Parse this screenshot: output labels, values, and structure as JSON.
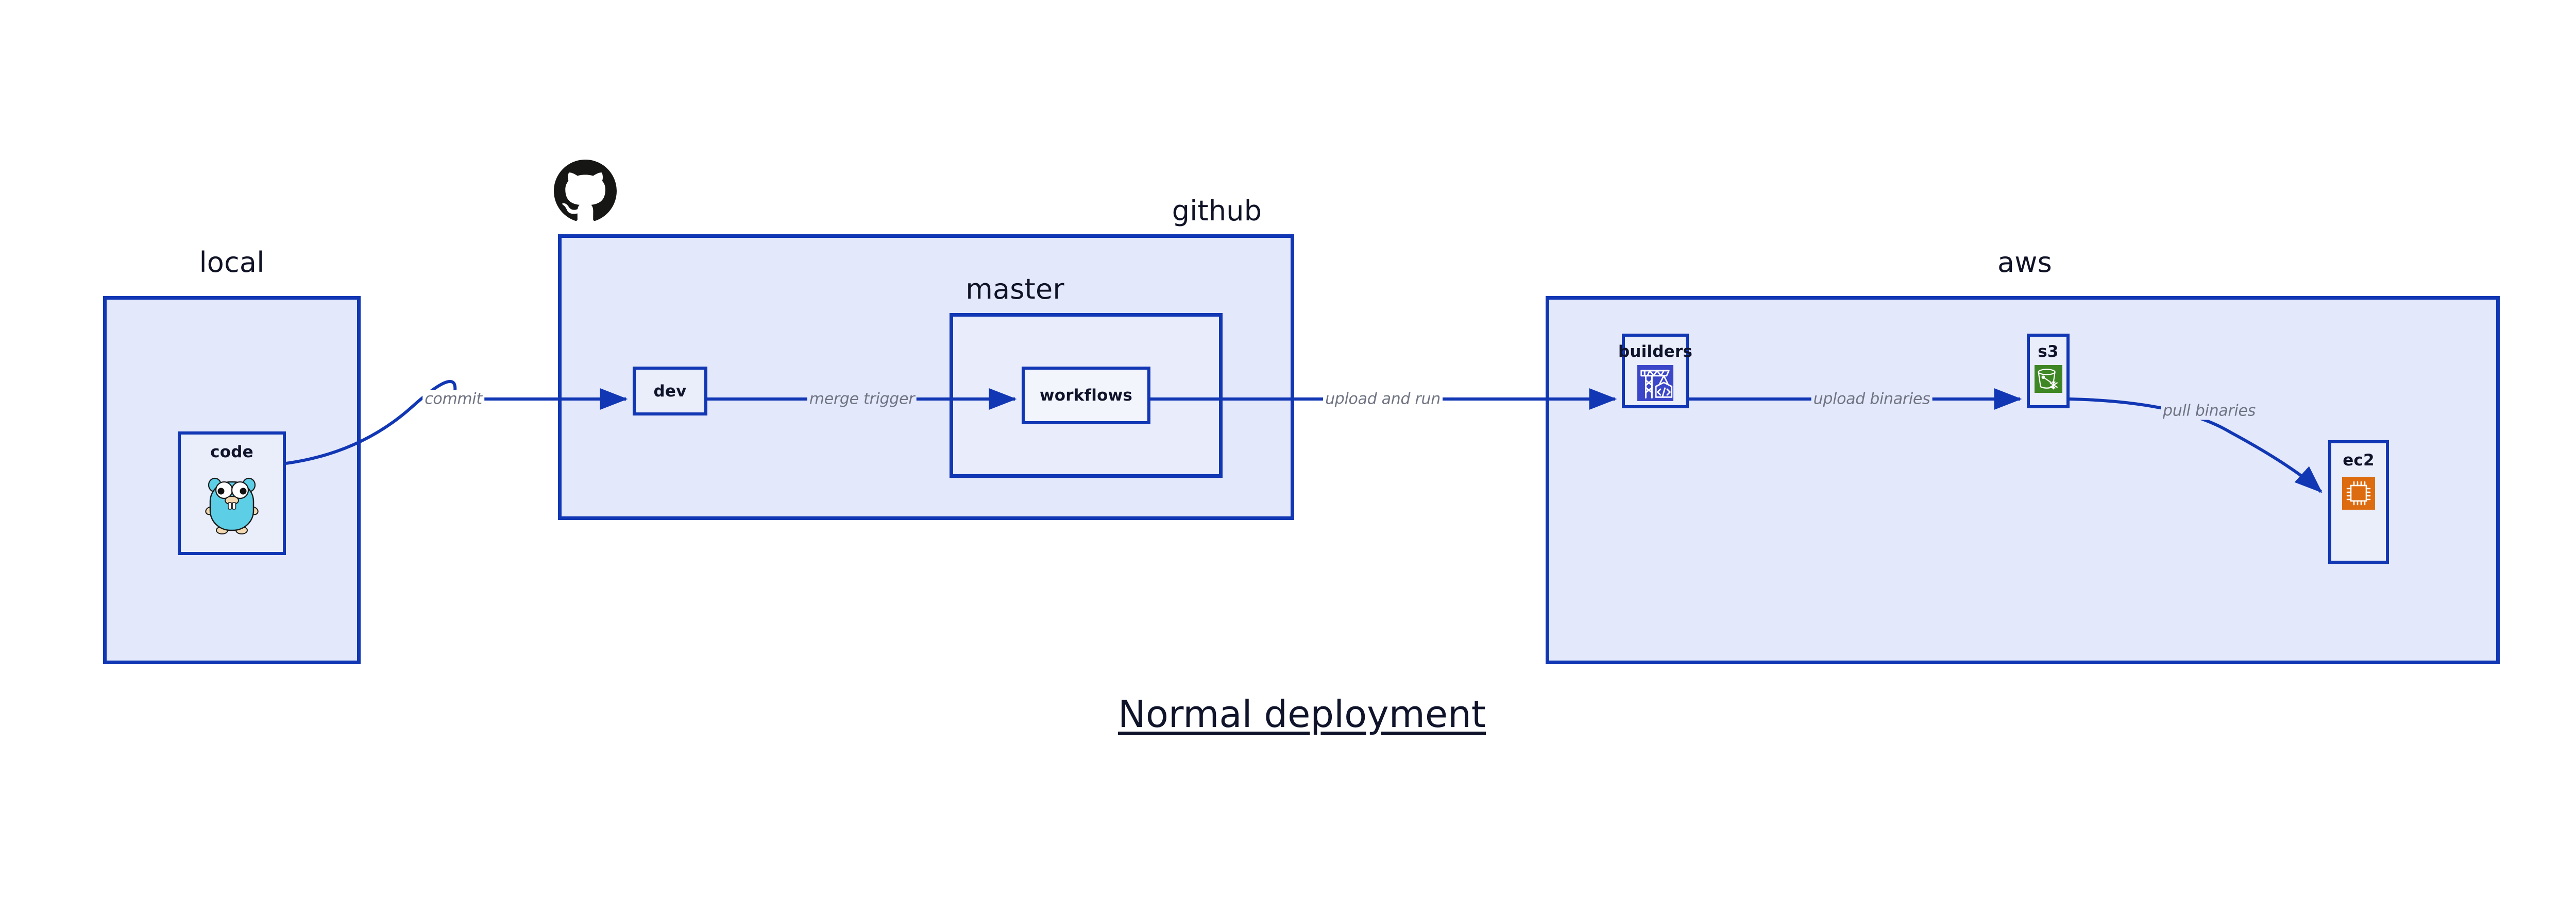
{
  "diagram": {
    "caption": "Normal deployment",
    "accent_color": "#1137b4",
    "group_fill": "#e3e8fa",
    "node_fill": "#eaeefb",
    "label_color": "#6f7382",
    "text_color": "#10142b"
  },
  "groups": [
    {
      "id": "local",
      "title": "local",
      "nodes": [
        {
          "id": "code",
          "label": "code",
          "icon": "go-gopher-icon",
          "icon_color": "#5ccfe6"
        }
      ]
    },
    {
      "id": "github",
      "title": "github",
      "logo": "github-octocat-icon",
      "logo_color": "#161614",
      "nodes": [
        {
          "id": "dev",
          "label": "dev",
          "icon": "none"
        }
      ],
      "subgroups": [
        {
          "id": "master",
          "title": "master",
          "nodes": [
            {
              "id": "workflows",
              "label": "workflows",
              "icon": "none"
            }
          ]
        }
      ]
    },
    {
      "id": "aws",
      "title": "aws",
      "nodes": [
        {
          "id": "builders",
          "label": "builders",
          "icon": "crane-code-icon",
          "icon_color": "#3c46c8"
        },
        {
          "id": "s3",
          "label": "s3",
          "icon": "s3-bucket-icon",
          "icon_color": "#3f8624"
        },
        {
          "id": "ec2",
          "label": "ec2",
          "icon": "cpu-chip-icon",
          "icon_color": "#dd6b10"
        }
      ]
    }
  ],
  "edges": [
    {
      "id": "code-to-dev",
      "from": "code",
      "to": "dev",
      "label": "commit"
    },
    {
      "id": "dev-to-workflows",
      "from": "dev",
      "to": "workflows",
      "label": "merge trigger"
    },
    {
      "id": "workflows-to-builders",
      "from": "workflows",
      "to": "builders",
      "label": "upload and run"
    },
    {
      "id": "builders-to-s3",
      "from": "builders",
      "to": "s3",
      "label": "upload binaries"
    },
    {
      "id": "s3-to-ec2",
      "from": "s3",
      "to": "ec2",
      "label": "pull binaries"
    }
  ]
}
